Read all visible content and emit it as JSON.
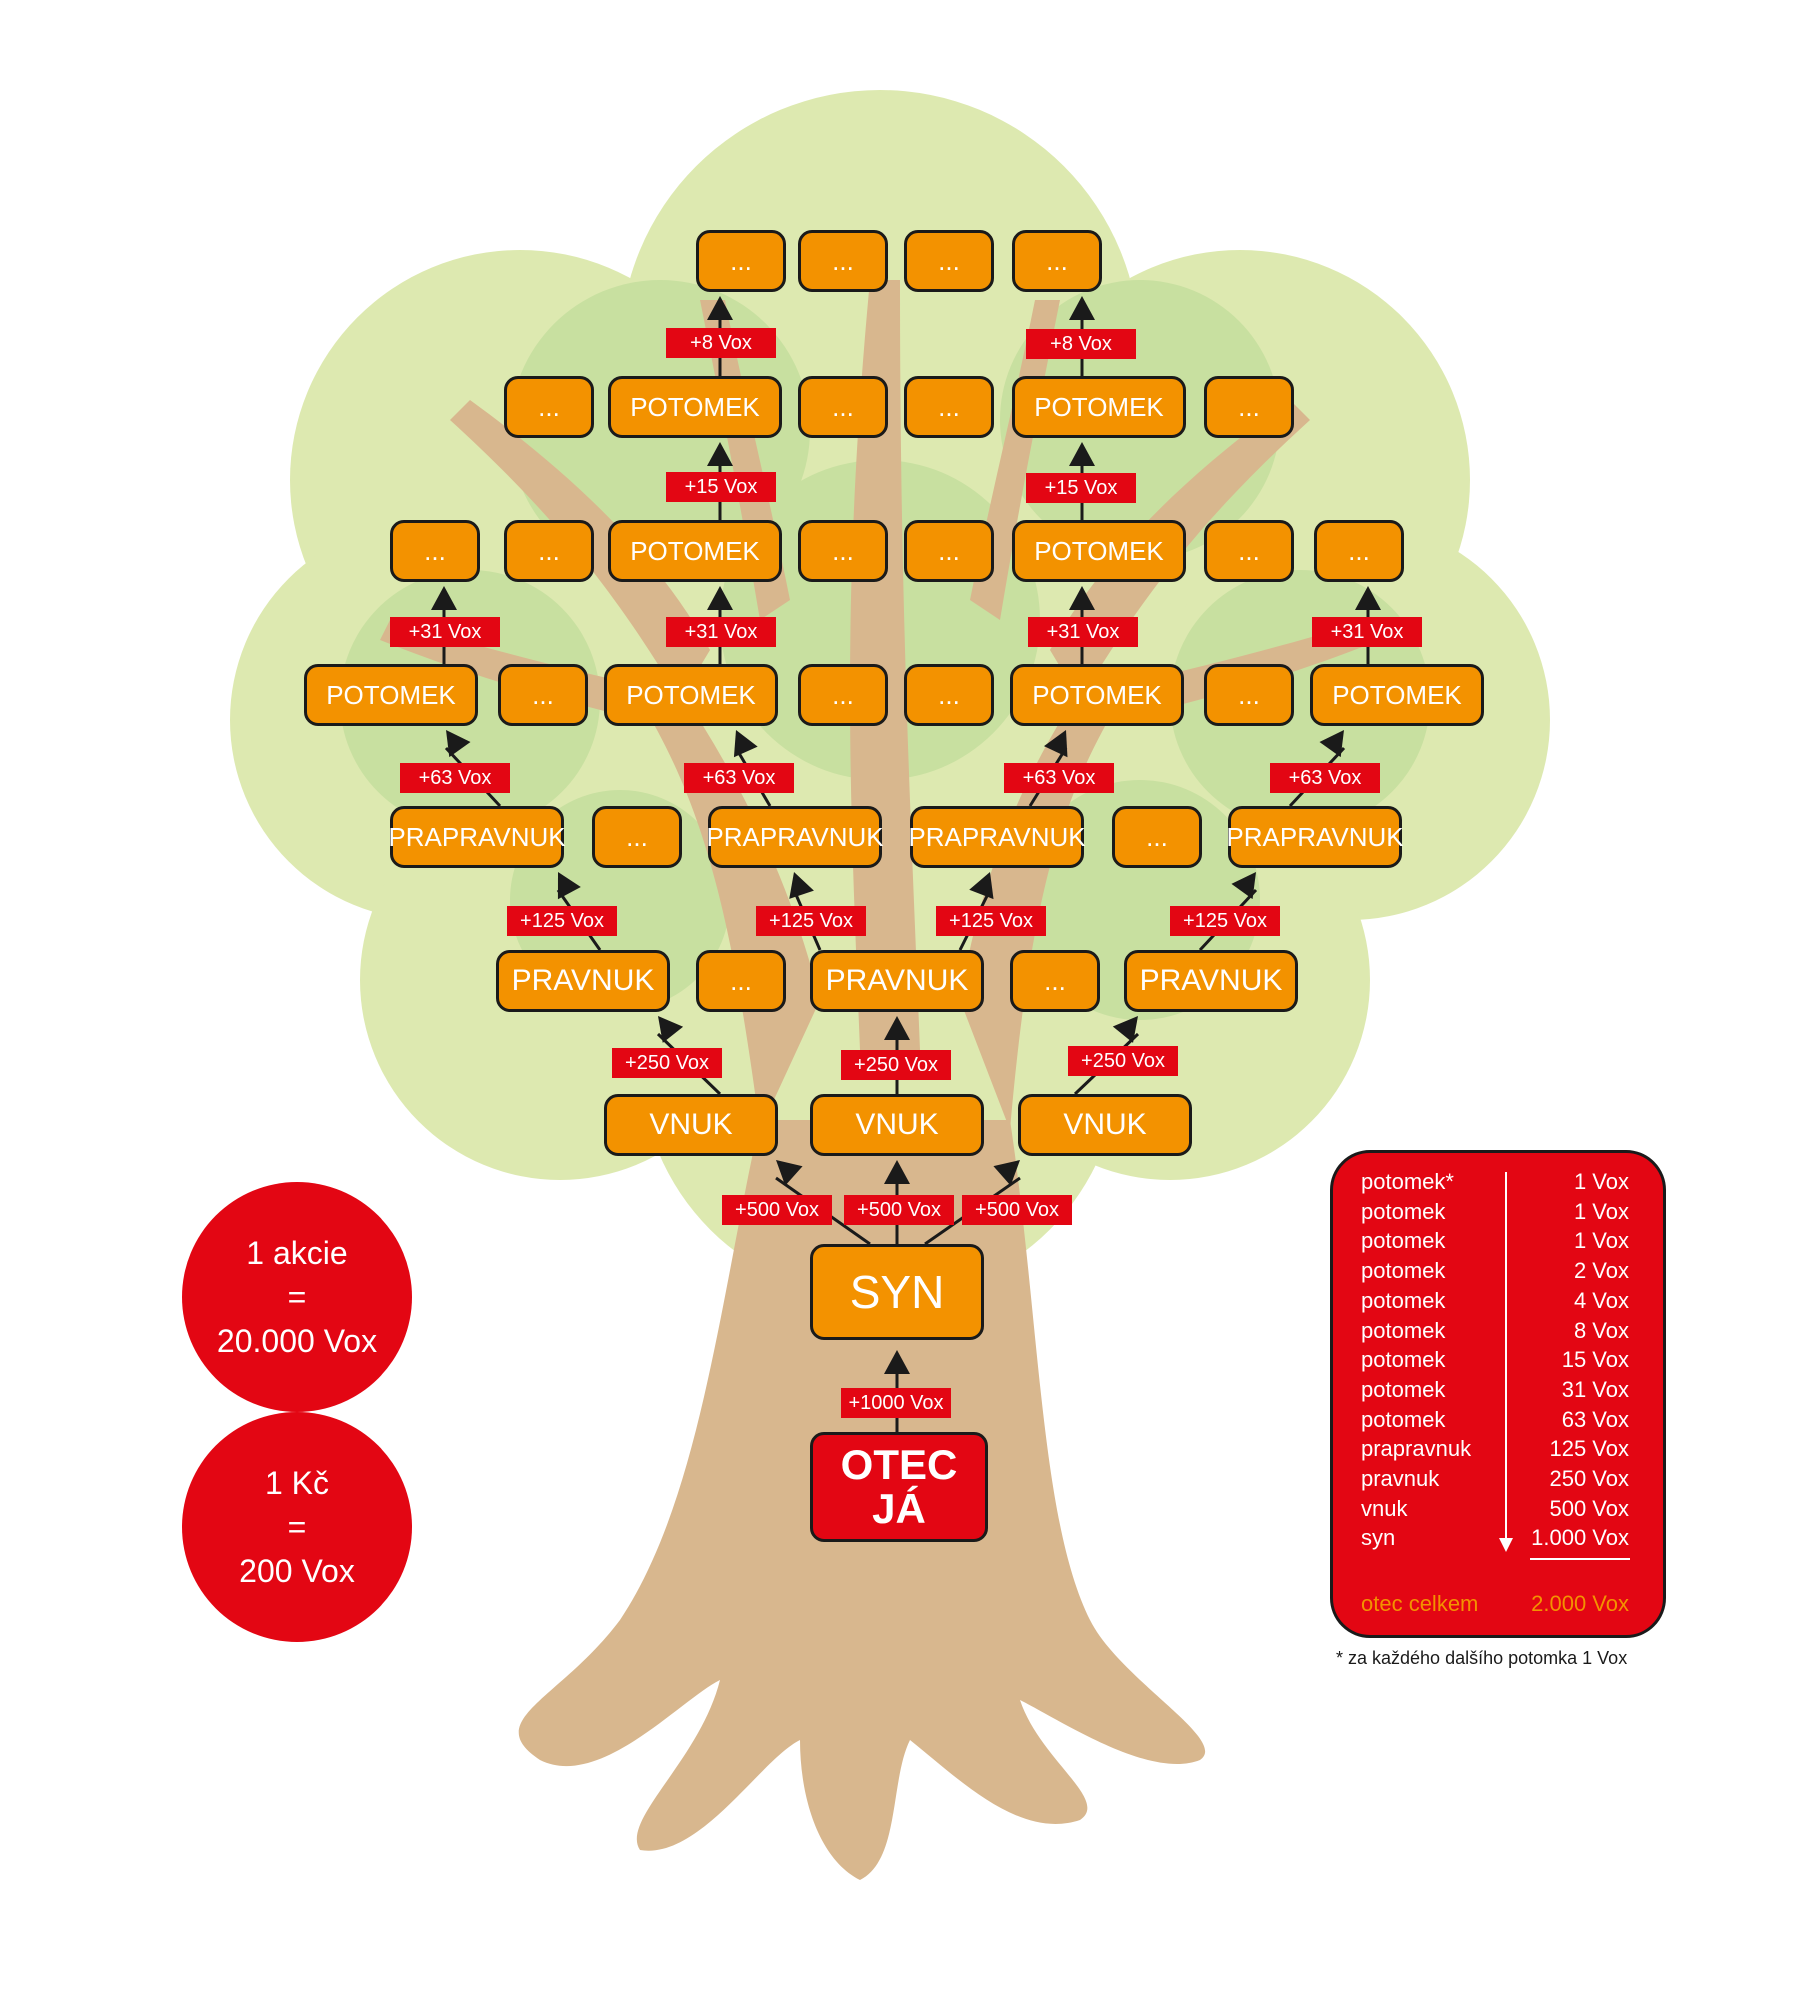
{
  "colors": {
    "orange": "#f39200",
    "red": "#e30613",
    "trunk": "#d8b78e",
    "canopy_light": "#dde9b0",
    "canopy_mid": "#c8e0a0"
  },
  "root": {
    "line1": "OTEC",
    "line2": "JÁ"
  },
  "nodes": {
    "syn": "SYN",
    "vnuk": "VNUK",
    "pravnuk": "PRAVNUK",
    "prapravnuk": "PRAPRAVNUK",
    "potomek": "POTOMEK",
    "placeholder": "..."
  },
  "labels": {
    "syn": "+1000 Vox",
    "vnuk": "+500 Vox",
    "pravnuk": "+250 Vox",
    "prapravnuk": "+125 Vox",
    "potomek63": "+63 Vox",
    "potomek31": "+31 Vox",
    "potomek15": "+15 Vox",
    "potomek8": "+8 Vox"
  },
  "circles": {
    "akcie": {
      "line1": "1 akcie",
      "line2": "=",
      "line3": "20.000 Vox"
    },
    "kc": {
      "line1": "1 Kč",
      "line2": "=",
      "line3": "200 Vox"
    }
  },
  "legend": {
    "rows": [
      {
        "name": "potomek*",
        "value": "1 Vox"
      },
      {
        "name": "potomek",
        "value": "1 Vox"
      },
      {
        "name": "potomek",
        "value": "1 Vox"
      },
      {
        "name": "potomek",
        "value": "2 Vox"
      },
      {
        "name": "potomek",
        "value": "4 Vox"
      },
      {
        "name": "potomek",
        "value": "8 Vox"
      },
      {
        "name": "potomek",
        "value": "15 Vox"
      },
      {
        "name": "potomek",
        "value": "31 Vox"
      },
      {
        "name": "potomek",
        "value": "63 Vox"
      },
      {
        "name": "prapravnuk",
        "value": "125 Vox"
      },
      {
        "name": "pravnuk",
        "value": "250 Vox"
      },
      {
        "name": "vnuk",
        "value": "500 Vox"
      },
      {
        "name": "syn",
        "value": "1.000 Vox"
      }
    ],
    "total_name": "otec celkem",
    "total_value": "2.000 Vox"
  },
  "footnote": "* za každého dalšího potomka 1 Vox"
}
